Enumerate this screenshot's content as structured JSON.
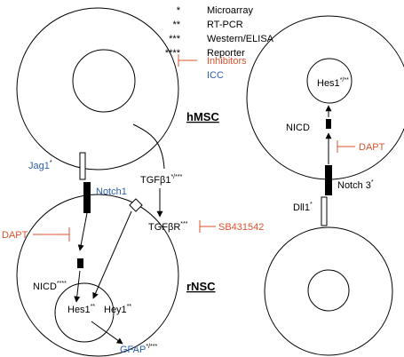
{
  "legend": {
    "items": [
      {
        "marker": "*",
        "label": "Microarray"
      },
      {
        "marker": "**",
        "label": "RT-PCR"
      },
      {
        "marker": "***",
        "label": "Western/ELISA"
      },
      {
        "marker": "****",
        "label": "Reporter"
      },
      {
        "marker": "inhibitor-symbol",
        "label": "Inhibitors"
      },
      {
        "marker": "",
        "label": "ICC"
      }
    ]
  },
  "colors": {
    "black": "#000000",
    "inhibitor_red": "#e0522e",
    "icc_blue": "#2b5fb0"
  },
  "left": {
    "upper_cell_label": "hMSC",
    "lower_cell_label": "rNSC",
    "jag1": {
      "text": "Jag1",
      "sup": "*"
    },
    "notch1": "Notch1",
    "tgfb1": {
      "text": "TGFβ1",
      "sup": "*/***"
    },
    "tgfbr": {
      "text": "TGFβR",
      "sup": "***"
    },
    "sb431542": "SB431542",
    "dapt": "DAPT",
    "nicd": {
      "text": "NICD",
      "sup": "****"
    },
    "hes1": {
      "text": "Hes1",
      "sup": "**"
    },
    "hey1": {
      "text": "Hey1",
      "sup": "**"
    },
    "gfap": {
      "text": "GFAP",
      "sup": "*/***"
    }
  },
  "right": {
    "hes1": {
      "text": "Hes1",
      "sup": "*/**"
    },
    "nicd": "NICD",
    "dapt": "DAPT",
    "notch3": {
      "text": "Notch 3",
      "sup": "*"
    },
    "dll1": {
      "text": "Dll1",
      "sup": "*"
    }
  }
}
